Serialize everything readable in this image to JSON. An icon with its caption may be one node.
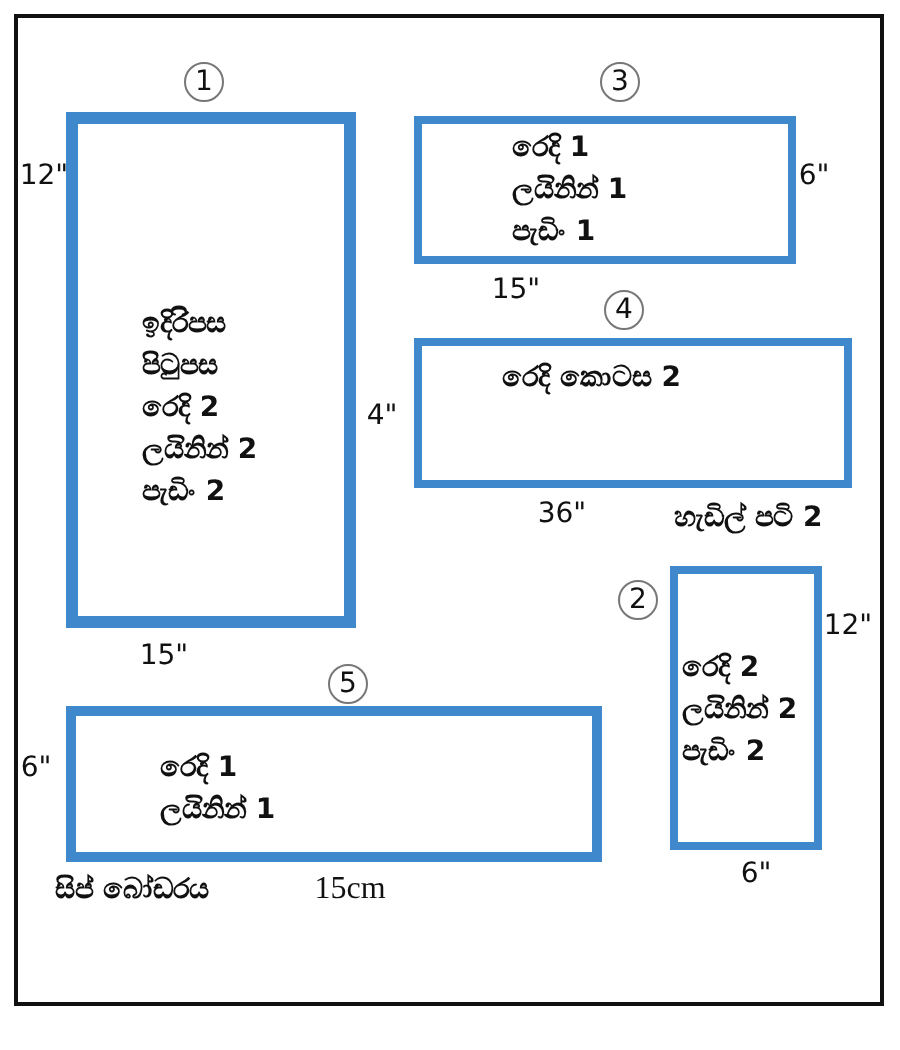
{
  "diagram": {
    "nodes": [
      {
        "text": [
          "ඉදිරිපස",
          "පිටුපස",
          "රෙදි 2",
          "ලයිනින් 2",
          "පැඩිං 2"
        ],
        "beside": [
          "1",
          "12\"",
          "4\"",
          "15\""
        ]
      },
      {
        "text": [
          "රෙදි 1",
          "ලයිනින් 1",
          "පැඩිං 1"
        ],
        "beside": [
          "3",
          "6\"",
          "15\""
        ]
      },
      {
        "text": [
          "රෙදි කොටස 2"
        ],
        "beside": [
          "4",
          "36\"",
          "හැඩිල් පටි 2"
        ]
      },
      {
        "text": [
          "රෙදි 2",
          "ලයිනින් 2",
          "පැඩිං 2"
        ],
        "beside": [
          "2",
          "12\"",
          "6\""
        ]
      },
      {
        "text": [
          "රෙදි 1",
          "ලයිනින් 1"
        ],
        "beside": [
          "5",
          "6\"",
          "සිප් බෝඩරය",
          "15cm"
        ]
      }
    ]
  }
}
